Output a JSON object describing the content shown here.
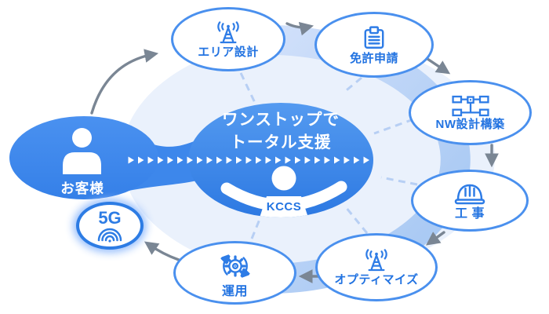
{
  "diagram": {
    "center": {
      "title_line1": "ワンストップで",
      "title_line2": "トータル支援",
      "brand": "KCCS"
    },
    "customer": {
      "label": "お客様",
      "badge": "5G"
    },
    "nodes": [
      {
        "id": "area-design",
        "label": "エリア設計",
        "icon": "antenna-waves-icon"
      },
      {
        "id": "license-application",
        "label": "免許申請",
        "icon": "clipboard-icon"
      },
      {
        "id": "nw-design-build",
        "label": "NW設計構築",
        "icon": "network-icon"
      },
      {
        "id": "construction",
        "label": "工 事",
        "icon": "helmet-icon"
      },
      {
        "id": "optimize",
        "label": "オプティマイズ",
        "icon": "antenna-waves-icon"
      },
      {
        "id": "operation",
        "label": "運用",
        "icon": "gear-cycle-icon"
      }
    ],
    "colors": {
      "node_border": "#4a90ee",
      "node_label": "#2273e1",
      "icon_stroke": "#2e7ce6",
      "center_ellipse_top": "#549af0",
      "center_ellipse_bottom": "#2d79e2",
      "customer_ellipse": "#3c87ec",
      "ring_band": "#aecdf4",
      "inner_disc": "#eaf1fc",
      "gray_arrow": "#7a8694",
      "dashed_line": "#b7cff4",
      "badge_border": "#2d7ce4"
    }
  }
}
